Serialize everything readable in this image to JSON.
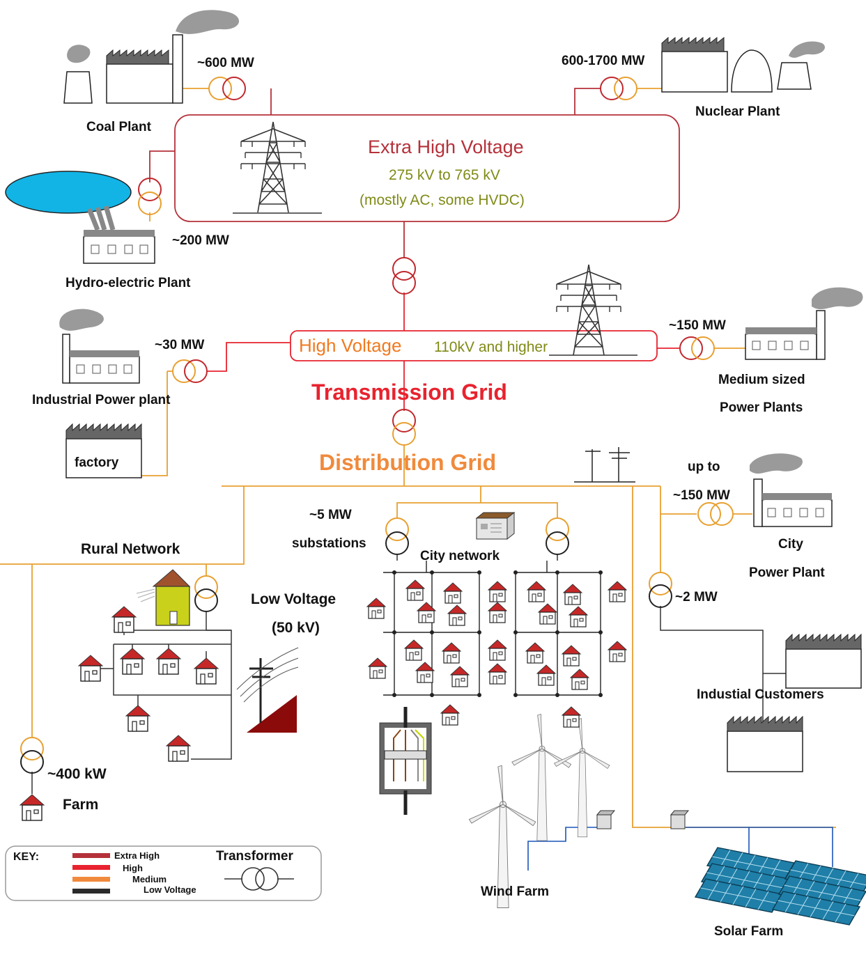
{
  "ehv": {
    "title": "Extra High Voltage",
    "range": "275 kV to 765 kV",
    "note": "(mostly AC, some HVDC)"
  },
  "hv": {
    "title": "High Voltage",
    "range": "110kV and higher"
  },
  "transmission_grid": "Transmission Grid",
  "distribution_grid": "Distribution Grid",
  "plants": {
    "coal": {
      "name": "Coal Plant",
      "power": "~600 MW"
    },
    "nuclear": {
      "name": "Nuclear Plant",
      "power": "600-1700 MW"
    },
    "hydro": {
      "name": "Hydro-electric Plant",
      "power": "~200 MW"
    },
    "industrial": {
      "name": "Industrial Power plant",
      "power": "~30 MW"
    },
    "factory": {
      "name": "factory"
    },
    "medium": {
      "name_line1": "Medium sized",
      "name_line2": "Power Plants",
      "power": "~150 MW"
    },
    "city": {
      "name_line1": "City",
      "name_line2": "Power Plant",
      "power_line1": "up to",
      "power_line2": "~150 MW"
    }
  },
  "rural": {
    "name": "Rural Network"
  },
  "substations": {
    "power": "~5 MW",
    "name": "substations"
  },
  "city_network": {
    "name": "City network"
  },
  "low_voltage": {
    "line1": "Low Voltage",
    "line2": "(50 kV)"
  },
  "industrial_customers": {
    "name": "Industial Customers",
    "power": "~2 MW"
  },
  "farm": {
    "name": "Farm",
    "power": "~400 kW"
  },
  "wind_farm": {
    "name": "Wind Farm"
  },
  "solar_farm": {
    "name": "Solar Farm"
  },
  "key": {
    "title": "KEY:",
    "items": [
      "Extra High",
      "High",
      "Medium",
      "Low Voltage"
    ],
    "transformer": "Transformer"
  },
  "colors": {
    "extra_high": "#b5313a",
    "high": "#e8232f",
    "medium": "#f08a3c",
    "low": "#2b2b2b",
    "transformer_top": "#c0282d",
    "transformer_bottom": "#e8a030",
    "house_roof": "#c62828",
    "solar_panel": "#1f7fa8",
    "lake": "#12b4e6"
  }
}
